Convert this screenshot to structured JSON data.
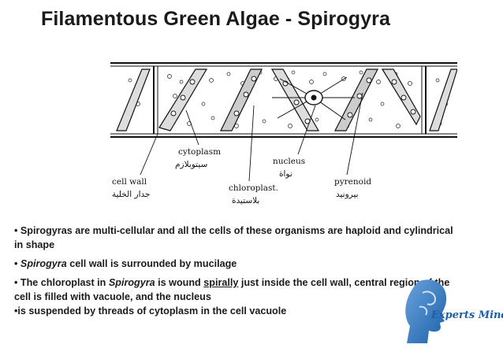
{
  "title": "Filamentous Green Algae - Spirogyra",
  "diagram": {
    "labels": {
      "cell_wall": "cell wall",
      "cell_wall_ar": "جدار الخلية",
      "cytoplasm": "cytoplasm",
      "cytoplasm_ar": "سيتوبلازم",
      "chloroplast": "chloroplast.",
      "chloroplast_ar": "بلاستيدة",
      "nucleus": "nucleus",
      "nucleus_ar": "نواة",
      "pyrenoid": "pyrenoid",
      "pyrenoid_ar": "بيرونيد"
    }
  },
  "bullets": {
    "b1": {
      "text": "• Spirogyras are multi-cellular and all the cells of these organisms are  haploid and cylindrical in shape"
    },
    "b2": {
      "pre": "• ",
      "em": "Spirogyra",
      "post": " cell wall is surrounded by mucilage"
    },
    "b3": {
      "pre": "• The chloroplast in ",
      "em": "Spirogyra",
      "mid": " is wound ",
      "ul": "spirally",
      "post": " just inside the cell wall, central region of the cell is filled with vacuole, and the nucleus"
    },
    "b4": {
      "text": "•is suspended by threads of cytoplasm in the cell vacuole"
    }
  },
  "logo": {
    "text": "Experts Mind",
    "colors": {
      "head": "#1c5fa8",
      "text": "#1c5fa8"
    }
  }
}
